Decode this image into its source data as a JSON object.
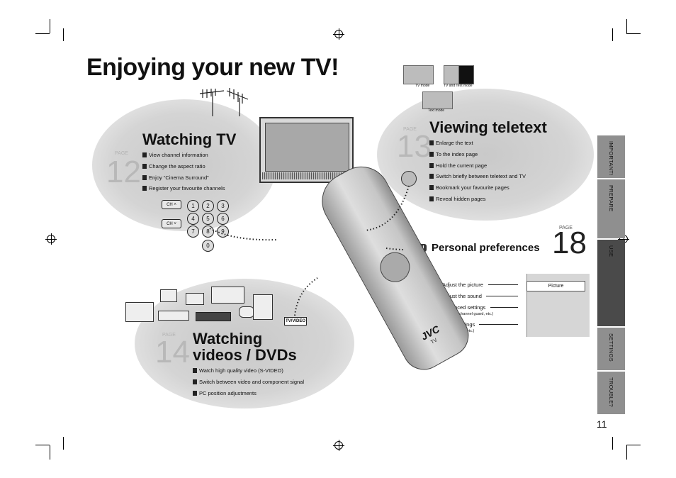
{
  "title": "Enjoying your new TV!",
  "page_label": "PAGE",
  "page_number": "11",
  "watching_tv": {
    "title": "Watching TV",
    "page": "12",
    "items": [
      "View channel information",
      "Change the aspect ratio",
      "Enjoy “Cinema Surround”",
      "Register your favourite channels"
    ]
  },
  "viewing_teletext": {
    "title": "Viewing teletext",
    "page": "13",
    "items": [
      "Enlarge the text",
      "To the index page",
      "Hold the current page",
      "Switch briefly between teletext and TV",
      "Bookmark your favourite pages",
      "Reveal hidden pages"
    ],
    "mode_labels": {
      "tv": "TV mode",
      "tv_text": "TV and Text mode",
      "text": "Text mode"
    }
  },
  "personal_prefs": {
    "menu_label": "MENU",
    "title": "Personal preferences",
    "page": "18",
    "items": [
      {
        "label": "Adjust the picture",
        "note": ""
      },
      {
        "label": "Adjust the sound",
        "note": ""
      },
      {
        "label": "Advanced settings",
        "note": "(sleep-timer / channel guard, etc.)"
      },
      {
        "label": "Basic settings",
        "note": "(channel settings, etc.)"
      }
    ],
    "menu_item": "Picture"
  },
  "watching_videos": {
    "title_line1": "Watching",
    "title_line2": "videos / DVDs",
    "page": "14",
    "button": "TV/VIDEO",
    "items": [
      "Watch high quality video (S-VIDEO)",
      "Switch between video and component signal",
      "PC position adjustments"
    ]
  },
  "remote": {
    "ch_label": "CH",
    "keys": [
      "1",
      "2",
      "3",
      "4",
      "5",
      "6",
      "7",
      "8",
      "9",
      "0"
    ],
    "brand": "JVC",
    "sub": "TV"
  },
  "tabs": [
    "IMPORTANT!",
    "PREPARE",
    "USE",
    "SETTINGS",
    "TROUBLE?"
  ]
}
